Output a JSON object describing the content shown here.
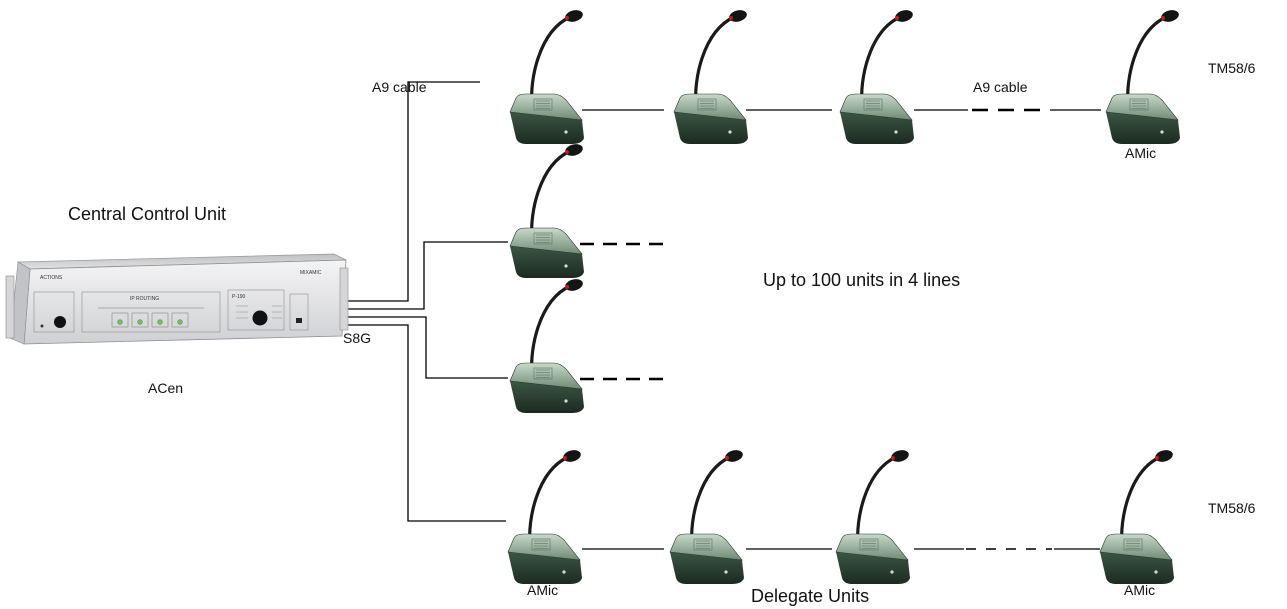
{
  "title": "Central Control Unit",
  "control_unit": {
    "model": "ACen",
    "panel_brand": "ACTIONS",
    "panel_badge": "MIXAMIC",
    "panel_section_left": "IP ROUTING",
    "panel_section_right": "P-190"
  },
  "connector": "S8G",
  "cable_top_left": "A9 cable",
  "cable_top_right": "A9 cable",
  "terminator_top": "TM58/6",
  "terminator_bottom": "TM58/6",
  "unit_label_top_right": "AMic",
  "unit_label_bottom_left": "AMic",
  "unit_label_bottom_right": "AMic",
  "capacity_note": "Up to 100 units in 4 lines",
  "delegates_caption": "Delegate Units",
  "colors": {
    "line": "#000000",
    "unit_body": "#2f4636",
    "unit_top": "#9fb5a2",
    "mic_tip": "#c81a1a",
    "rack": "#e9e9ea"
  }
}
